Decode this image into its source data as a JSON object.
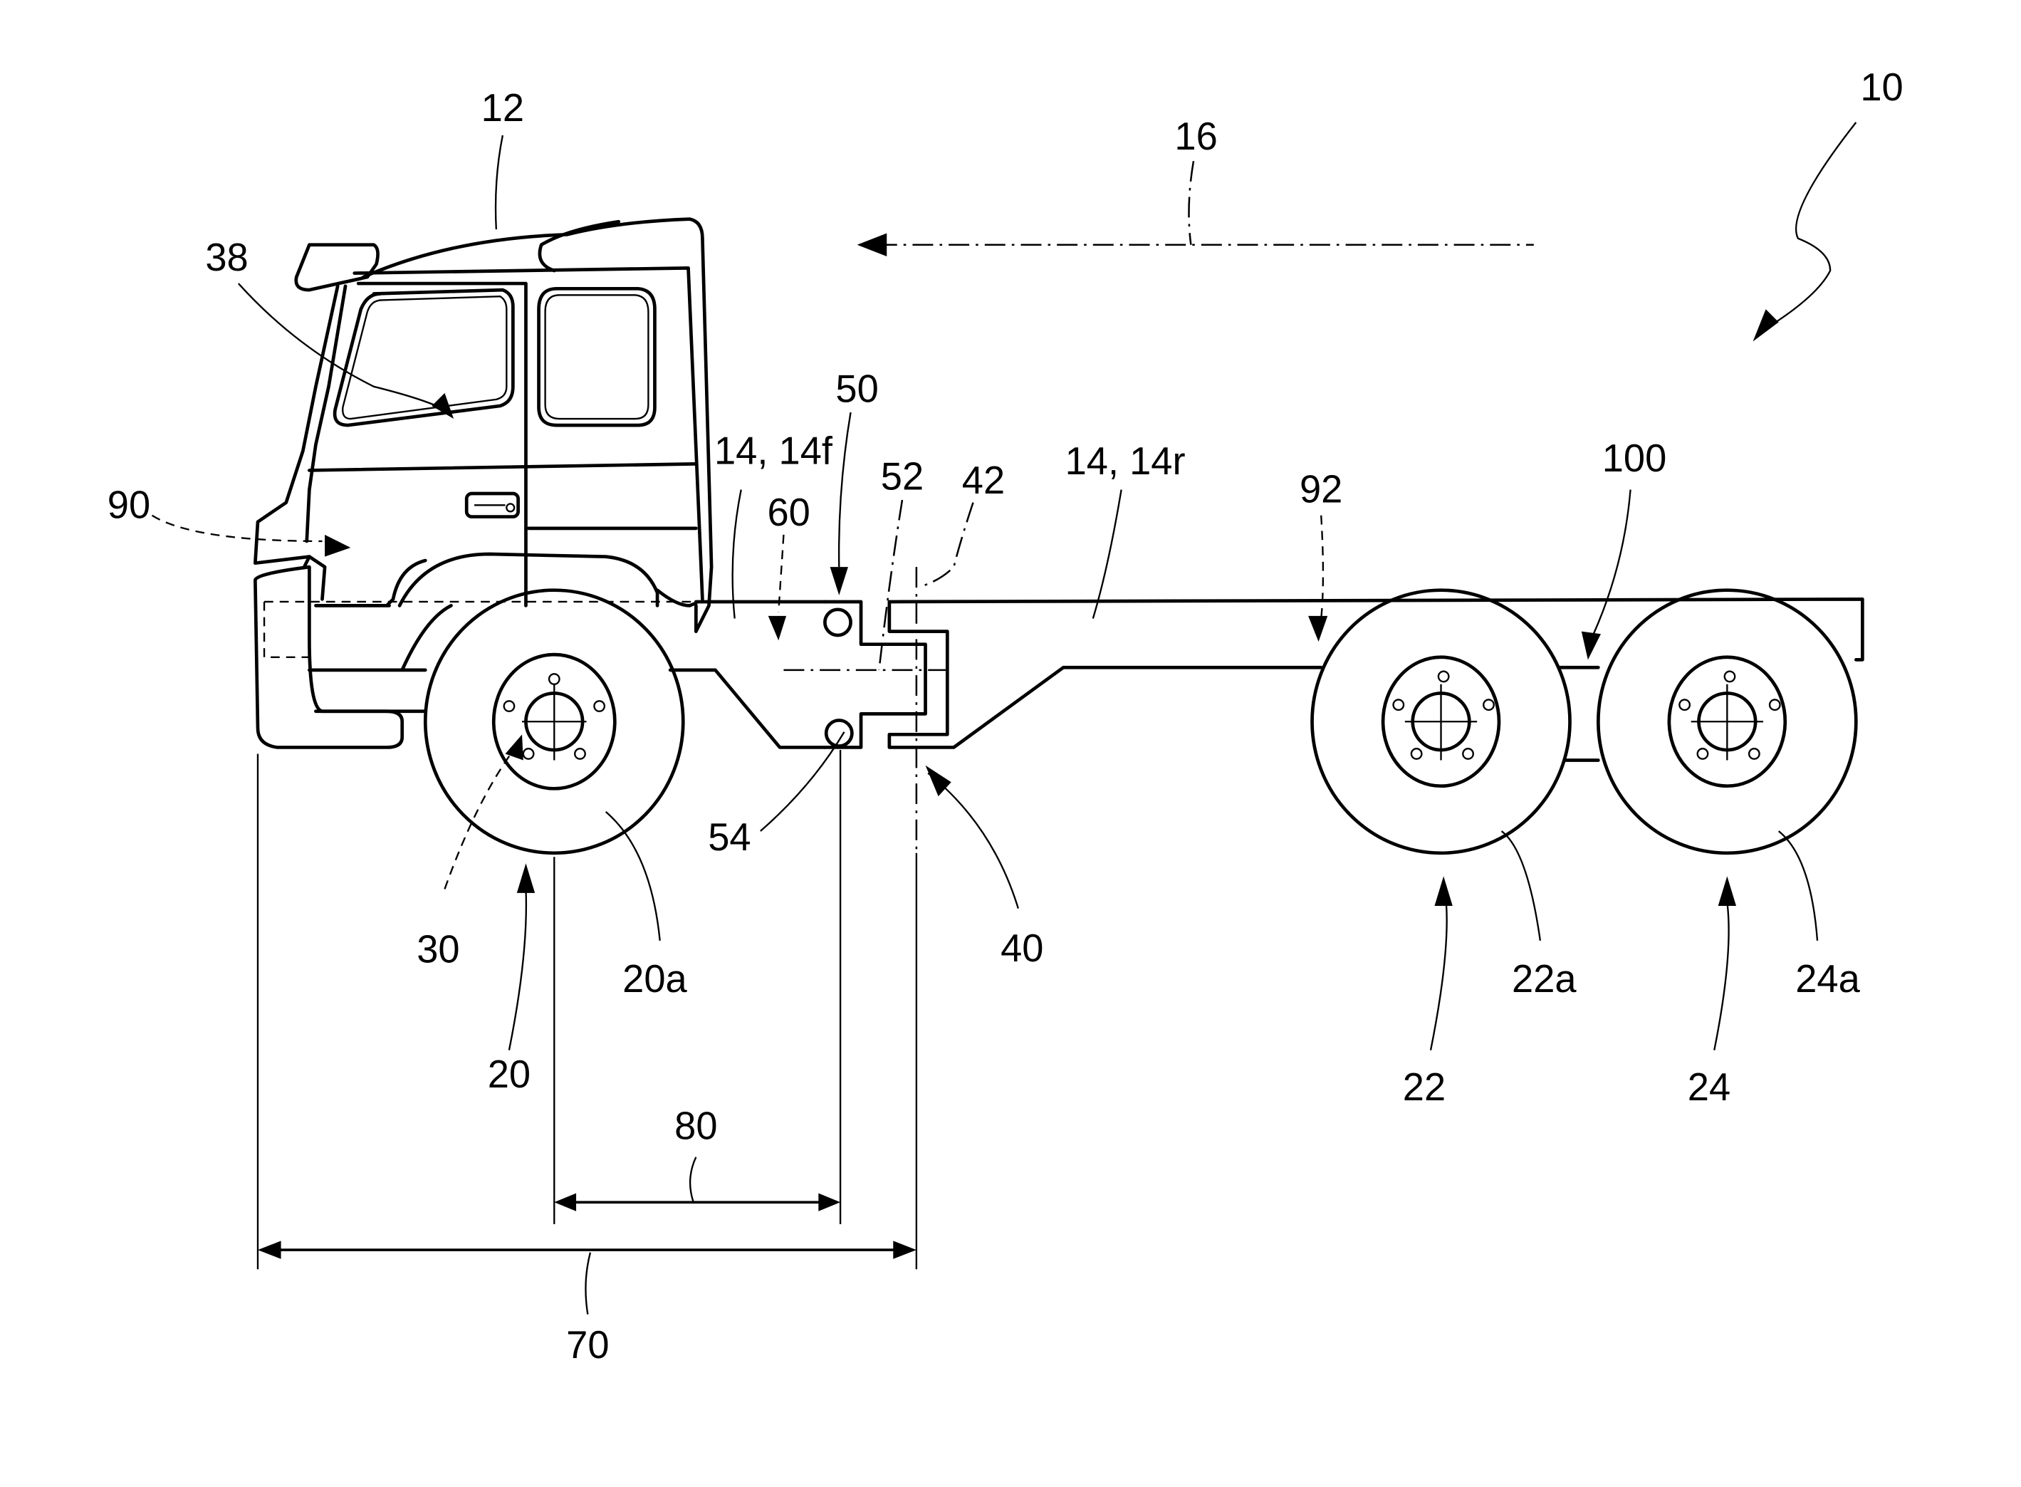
{
  "figure": {
    "subject": "Truck side view with articulated front/rear frame coupling",
    "labels": {
      "vehicle": "10",
      "cab": "12",
      "frame_front": "14, 14f",
      "frame_rear": "14, 14r",
      "travel_direction": "16",
      "front_axle": "20",
      "front_wheel": "20a",
      "rear_axle_1": "22",
      "rear_wheel_1": "22a",
      "rear_axle_2": "24",
      "rear_wheel_2": "24a",
      "steering_unit": "30",
      "cab_window": "38",
      "coupling": "40",
      "coupling_axis": "42",
      "joint": "50",
      "joint_axis": "52",
      "joint_lower": "54",
      "front_frame_end": "60",
      "dimension_overall": "70",
      "dimension_joint": "80",
      "front_unit": "90",
      "rear_unit": "92",
      "suspension": "100"
    }
  }
}
